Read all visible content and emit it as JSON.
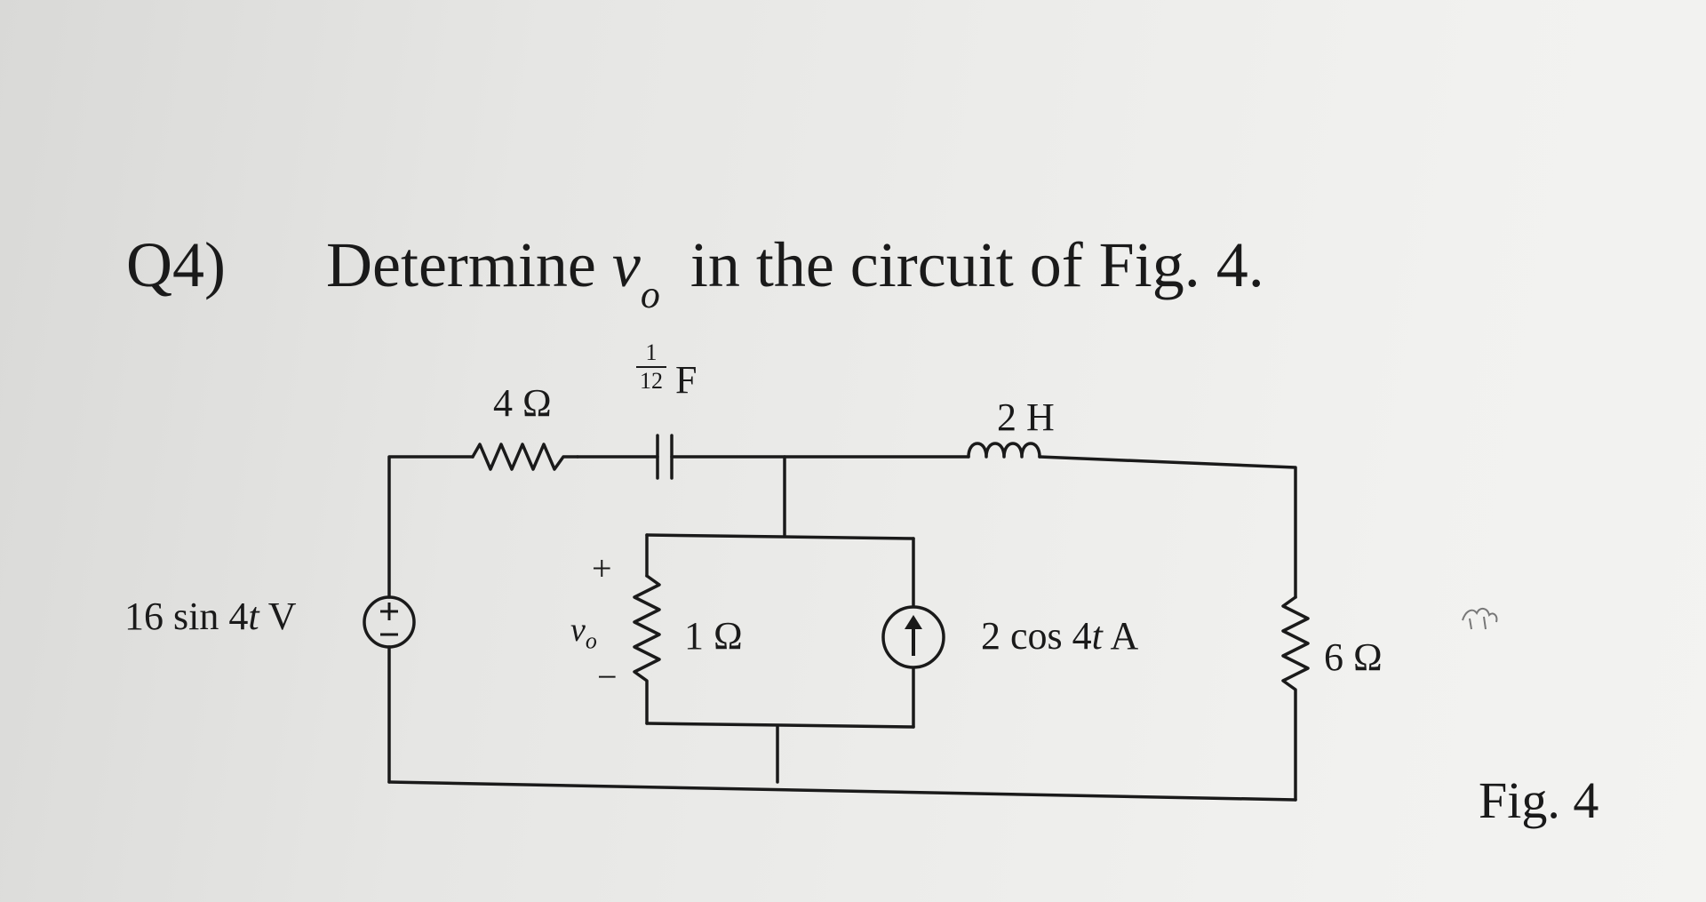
{
  "question": {
    "number": "Q4)",
    "text_before": "Determine ",
    "variable": "v",
    "variable_sub": "o",
    "text_after": " in the circuit of Fig. 4."
  },
  "components": {
    "r1_label": "4 Ω",
    "cap_num": "1",
    "cap_den": "12",
    "cap_unit": "F",
    "inductor_label": "2 H",
    "vsource_label_pre": "16 sin 4",
    "vsource_label_t": "t",
    "vsource_label_post": " V",
    "vo_label": "v",
    "vo_sub": "o",
    "vo_plus": "+",
    "vo_minus": "−",
    "r_mid_label": "1 Ω",
    "isource_label_pre": "2 cos 4",
    "isource_label_t": "t",
    "isource_label_post": " A",
    "r_right_label": "6 Ω"
  },
  "figure_caption": "Fig. 4"
}
